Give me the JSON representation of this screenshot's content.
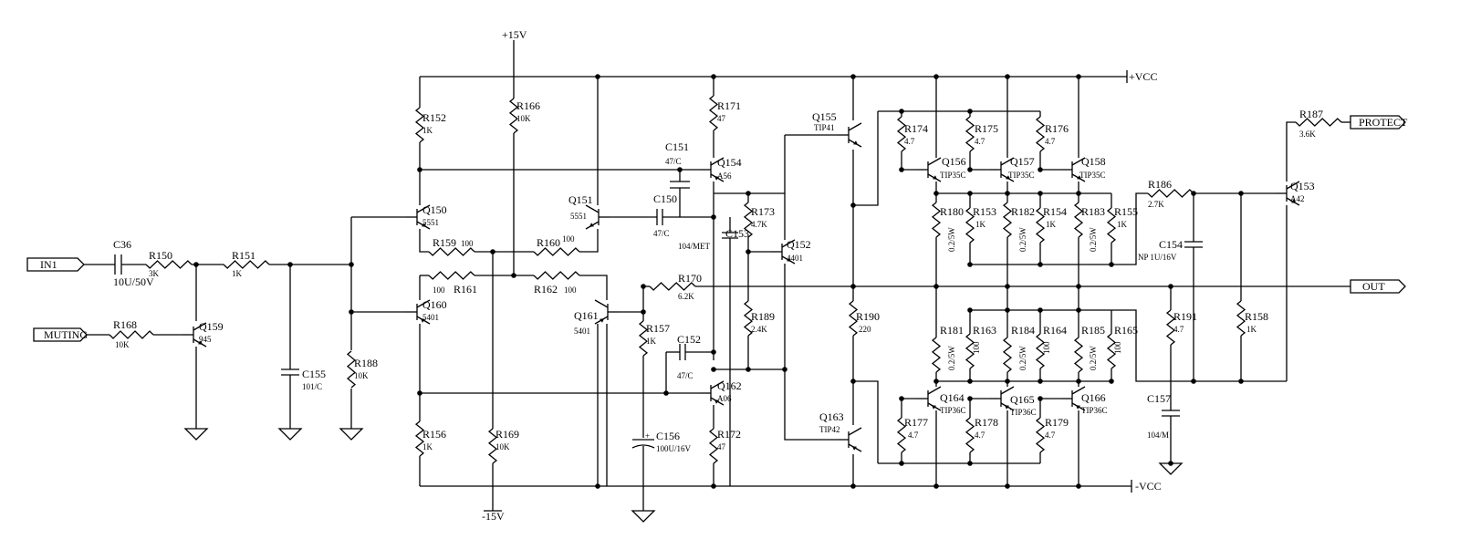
{
  "ports": {
    "in1": "IN1",
    "muting": "MUTING",
    "protect": "PROTECT",
    "out": "OUT"
  },
  "rails": {
    "plus15v": "+15V",
    "minus15v": "-15V",
    "plus_vcc": "+VCC",
    "minus_vcc": "-VCC"
  },
  "resistors": [
    {
      "ref": "R150",
      "value": "3K"
    },
    {
      "ref": "R151",
      "value": "1K"
    },
    {
      "ref": "R152",
      "value": "1K"
    },
    {
      "ref": "R153",
      "value": "1K"
    },
    {
      "ref": "R154",
      "value": "1K"
    },
    {
      "ref": "R155",
      "value": "1K"
    },
    {
      "ref": "R156",
      "value": "1K"
    },
    {
      "ref": "R157",
      "value": "1K"
    },
    {
      "ref": "R158",
      "value": "1K"
    },
    {
      "ref": "R159",
      "value": "100"
    },
    {
      "ref": "R160",
      "value": "100"
    },
    {
      "ref": "R161",
      "value": "100"
    },
    {
      "ref": "R162",
      "value": "100"
    },
    {
      "ref": "R163",
      "value": "100"
    },
    {
      "ref": "R164",
      "value": "100"
    },
    {
      "ref": "R165",
      "value": "100"
    },
    {
      "ref": "R166",
      "value": "10K"
    },
    {
      "ref": "R168",
      "value": "10K"
    },
    {
      "ref": "R169",
      "value": "10K"
    },
    {
      "ref": "R170",
      "value": "6.2K"
    },
    {
      "ref": "R171",
      "value": "47"
    },
    {
      "ref": "R172",
      "value": "47"
    },
    {
      "ref": "R173",
      "value": "4.7K"
    },
    {
      "ref": "R174",
      "value": "4.7"
    },
    {
      "ref": "R175",
      "value": "4.7"
    },
    {
      "ref": "R176",
      "value": "4.7"
    },
    {
      "ref": "R177",
      "value": "4.7"
    },
    {
      "ref": "R178",
      "value": "4.7"
    },
    {
      "ref": "R179",
      "value": "4.7"
    },
    {
      "ref": "R180",
      "value": "0.2/5W"
    },
    {
      "ref": "R181",
      "value": "0.2/5W"
    },
    {
      "ref": "R182",
      "value": "0.2/5W"
    },
    {
      "ref": "R183",
      "value": "0.2/5W"
    },
    {
      "ref": "R184",
      "value": "0.2/5W"
    },
    {
      "ref": "R185",
      "value": "0.2/5W"
    },
    {
      "ref": "R186",
      "value": "2.7K"
    },
    {
      "ref": "R187",
      "value": "3.6K"
    },
    {
      "ref": "R188",
      "value": "10K"
    },
    {
      "ref": "R189",
      "value": "2.4K"
    },
    {
      "ref": "R190",
      "value": "220"
    },
    {
      "ref": "R191",
      "value": "4.7"
    }
  ],
  "capacitors": [
    {
      "ref": "C36",
      "value": "10U/50V"
    },
    {
      "ref": "C150",
      "value": "47/C"
    },
    {
      "ref": "C151",
      "value": "47/C"
    },
    {
      "ref": "C152",
      "value": "47/C"
    },
    {
      "ref": "C153",
      "value": "104/MET"
    },
    {
      "ref": "C154",
      "value": "NP 1U/16V"
    },
    {
      "ref": "C155",
      "value": "101/C"
    },
    {
      "ref": "C156",
      "value": "100U/16V"
    },
    {
      "ref": "C157",
      "value": "104/M"
    }
  ],
  "transistors": [
    {
      "ref": "Q150",
      "value": "5551"
    },
    {
      "ref": "Q151",
      "value": "5551"
    },
    {
      "ref": "Q152",
      "value": "4401"
    },
    {
      "ref": "Q153",
      "value": "A42"
    },
    {
      "ref": "Q154",
      "value": "A56"
    },
    {
      "ref": "Q155",
      "value": "TIP41"
    },
    {
      "ref": "Q156",
      "value": "TIP35C"
    },
    {
      "ref": "Q157",
      "value": "TIP35C"
    },
    {
      "ref": "Q158",
      "value": "TIP35C"
    },
    {
      "ref": "Q159",
      "value": "945"
    },
    {
      "ref": "Q160",
      "value": "5401"
    },
    {
      "ref": "Q161",
      "value": "5401"
    },
    {
      "ref": "Q162",
      "value": "A06"
    },
    {
      "ref": "Q163",
      "value": "TIP42"
    },
    {
      "ref": "Q164",
      "value": "TIP36C"
    },
    {
      "ref": "Q165",
      "value": "TIP36C"
    },
    {
      "ref": "Q166",
      "value": "TIP36C"
    }
  ]
}
